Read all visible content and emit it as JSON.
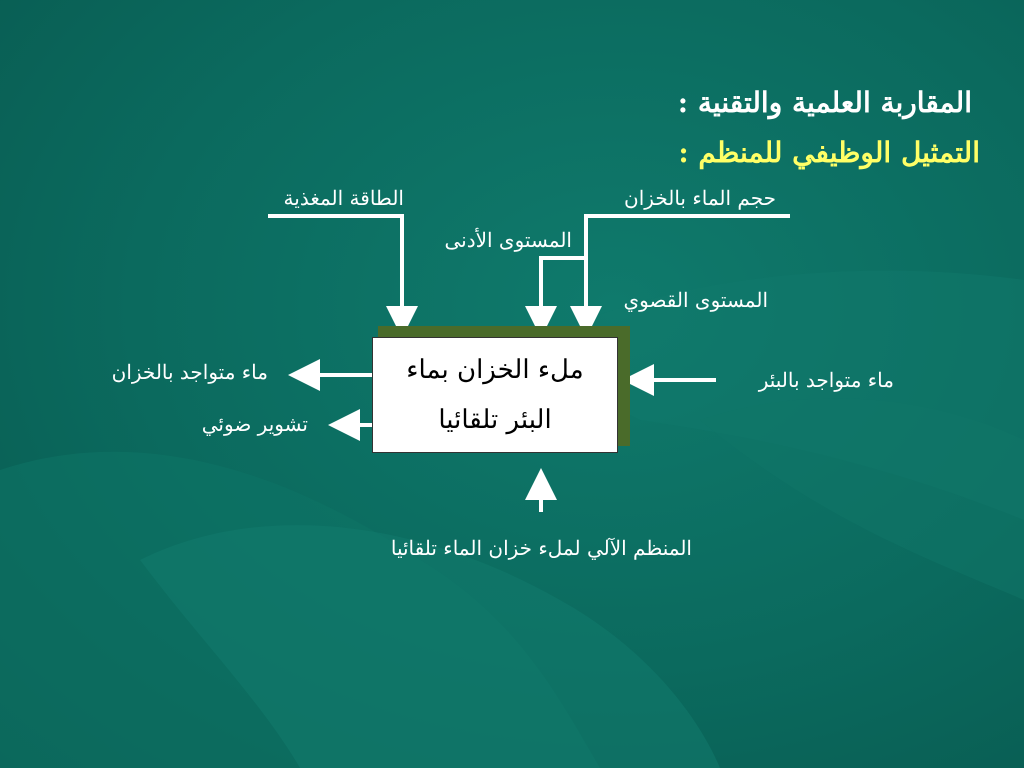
{
  "slide": {
    "title_line1": "المقاربة العلمية والتقنية :",
    "title_line2": "التمثيل الوظيفي  للمنظم :"
  },
  "system_box": {
    "line1": "ملء الخزان بماء",
    "line2": "البئر تلقائيا"
  },
  "inputs": {
    "energy": "الطاقة المغذية",
    "tank_volume": "حجم الماء بالخزان",
    "min_level": "المستوى الأدنى",
    "max_level": "المستوى القصوي",
    "well_water": "ماء متواجد بالبئر"
  },
  "outputs": {
    "tank_water": "ماء متواجد بالخزان",
    "light_signal": "تشوير ضوئي"
  },
  "control": {
    "regulator": "المنظم الآلي لملء خزان الماء تلقائيا"
  },
  "colors": {
    "background": "#0b6a5e",
    "title_primary": "#ffffff",
    "title_highlight": "#ffff66",
    "box_shadow": "#4a6b2a",
    "arrows": "#ffffff"
  }
}
